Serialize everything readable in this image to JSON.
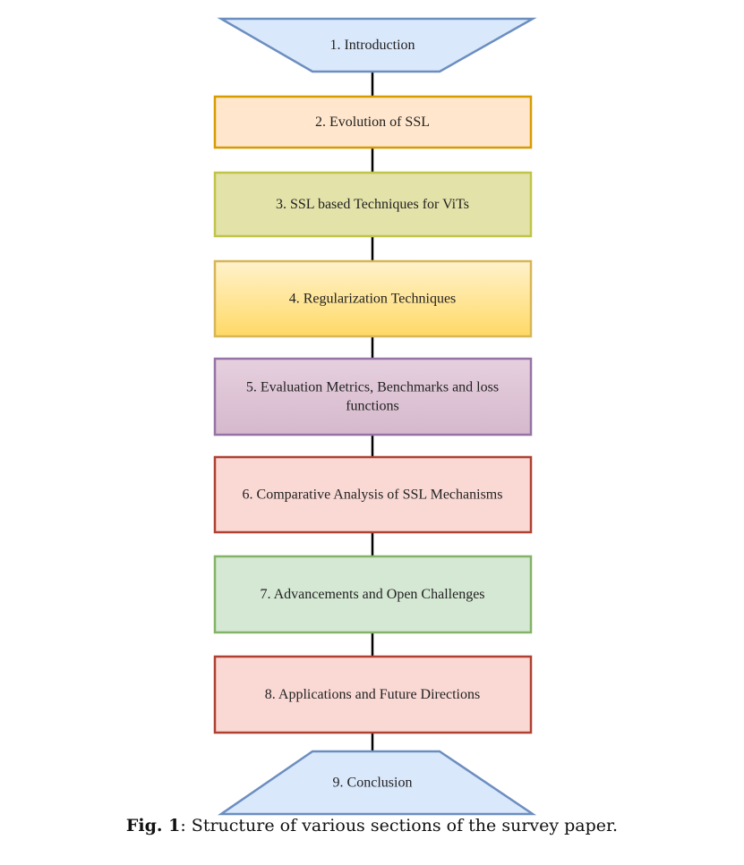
{
  "diagram": {
    "nodes": [
      {
        "id": "n1",
        "shape": "trapezoid-down",
        "lines": [
          "1. Introduction"
        ],
        "fill": "#dae8fc",
        "stroke": "#6c8ebf"
      },
      {
        "id": "n2",
        "shape": "rect",
        "lines": [
          "2. Evolution of SSL"
        ],
        "fill": "#ffe6cc",
        "stroke": "#d79b00"
      },
      {
        "id": "n3",
        "shape": "rect",
        "lines": [
          "3. SSL based Techniques for ViTs"
        ],
        "fill": "#e3e2a9",
        "stroke": "#c0c448"
      },
      {
        "id": "n4",
        "shape": "rect",
        "lines": [
          "4. Regularization Techniques"
        ],
        "fill": "#fff2cc",
        "stroke": "#d6b656",
        "gradient_to": "#ffd966"
      },
      {
        "id": "n5",
        "shape": "rect",
        "lines": [
          "5. Evaluation Metrics, Benchmarks and loss",
          "functions"
        ],
        "fill": "#e6d0de",
        "stroke": "#9673a6",
        "gradient_to": "#d5b8cc"
      },
      {
        "id": "n6",
        "shape": "rect",
        "lines": [
          "6. Comparative Analysis of SSL Mechanisms"
        ],
        "fill": "#fad9d5",
        "stroke": "#ae4132"
      },
      {
        "id": "n7",
        "shape": "rect",
        "lines": [
          "7. Advancements and Open Challenges"
        ],
        "fill": "#d5e8d4",
        "stroke": "#82b366"
      },
      {
        "id": "n8",
        "shape": "rect",
        "lines": [
          "8. Applications and Future Directions"
        ],
        "fill": "#fad9d5",
        "stroke": "#ae4132"
      },
      {
        "id": "n9",
        "shape": "trapezoid-up",
        "lines": [
          "9. Conclusion"
        ],
        "fill": "#dae8fc",
        "stroke": "#6c8ebf"
      }
    ],
    "edges": [
      {
        "from": "n1",
        "to": "n2"
      },
      {
        "from": "n2",
        "to": "n3"
      },
      {
        "from": "n3",
        "to": "n4"
      },
      {
        "from": "n4",
        "to": "n5"
      },
      {
        "from": "n5",
        "to": "n6"
      },
      {
        "from": "n6",
        "to": "n7"
      },
      {
        "from": "n7",
        "to": "n8"
      },
      {
        "from": "n8",
        "to": "n9"
      }
    ],
    "connector_color": "#000000"
  },
  "caption": {
    "label": "Fig. 1",
    "text": ": Structure of various sections of the survey paper."
  }
}
